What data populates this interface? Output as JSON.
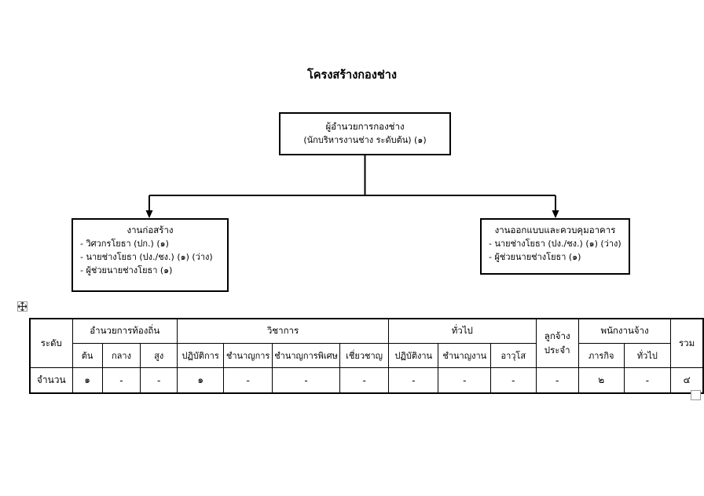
{
  "document": {
    "title": "โครงสร้างกองช่าง"
  },
  "org_chart": {
    "director": {
      "title": "ผู้อำนวยการกองช่าง",
      "subtitle": "(นักบริหารงานช่าง ระดับต้น) (๑)"
    },
    "divisions": [
      {
        "name": "งานก่อสร้าง",
        "positions": [
          "- วิศวกรโยธา (ปก.) (๑)",
          "- นายช่างโยธา (ปง./ชง.) (๑) (ว่าง)",
          "- ผู้ช่วยนายช่างโยธา (๑)"
        ]
      },
      {
        "name": "งานออกแบบและควบคุมอาคาร",
        "positions": [
          "- นายช่างโยธา (ปง./ชง.) (๑) (ว่าง)",
          "- ผู้ช่วยนายช่างโยธา (๑)"
        ]
      }
    ]
  },
  "staff_table": {
    "row_header_label": "ระดับ",
    "groups": [
      {
        "label": "อำนวยการท้องถิ่น",
        "columns": [
          "ต้น",
          "กลาง",
          "สูง"
        ]
      },
      {
        "label": "วิชาการ",
        "columns": [
          "ปฏิบัติการ",
          "ชำนาญการ",
          "ชำนาญการพิเศษ",
          "เชี่ยวชาญ"
        ]
      },
      {
        "label": "ทั่วไป",
        "columns": [
          "ปฏิบัติงาน",
          "ชำนาญงาน",
          "อาวุโส"
        ]
      },
      {
        "label": "ลูกจ้างประจำ",
        "columns": []
      },
      {
        "label": "พนักงานจ้าง",
        "columns": [
          "ภารกิจ",
          "ทั่วไป"
        ]
      },
      {
        "label": "รวม",
        "columns": []
      }
    ],
    "data_row": {
      "label": "จำนวน",
      "values": {
        "amnuaykan_ton": "๑",
        "amnuaykan_klang": "-",
        "amnuaykan_sung": "-",
        "wichakan_patibatkan": "๑",
        "wichakan_chamnankan": "-",
        "wichakan_chamnankanphiset": "-",
        "wichakan_chiaochan": "-",
        "thuapai_patibatngan": "-",
        "thuapai_chamnanngan": "-",
        "thuapai_awuso": "-",
        "lukchang_prajam": "-",
        "phanakngan_phakit": "๒",
        "phanakngan_thuapai": "-",
        "ruam": "๔"
      }
    }
  },
  "editor_handles": {
    "move_handle": "table-move-handle",
    "resize_handle": "table-resize-handle"
  },
  "colors": {
    "ink": "#000000",
    "paper": "#ffffff",
    "handle_border": "#9a9a9a"
  }
}
